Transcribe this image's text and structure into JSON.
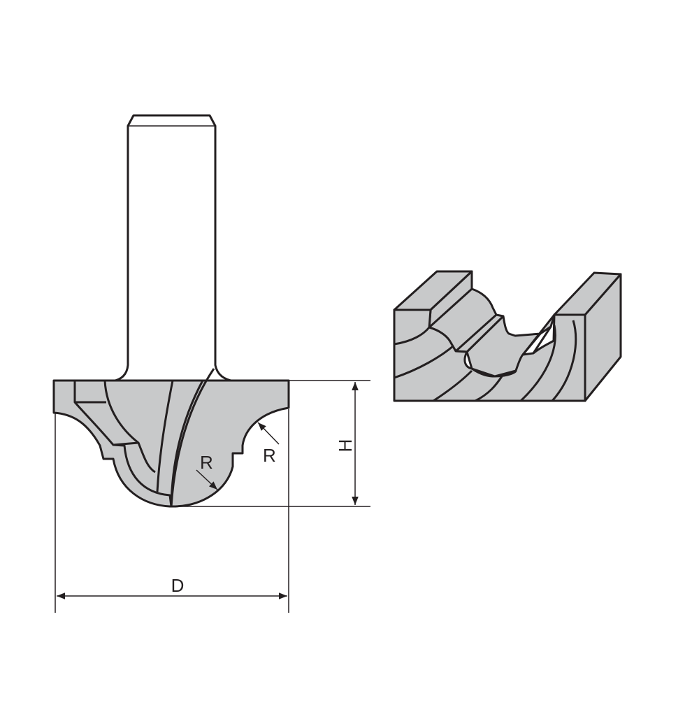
{
  "labels": {
    "diameter": "D",
    "height": "H",
    "radius_inner": "R",
    "radius_outer": "R"
  },
  "colors": {
    "metal_fill": "#c8c9ca",
    "outline": "#231f20",
    "shank_dark": "#3a3536",
    "shank_light": "#f2f2f2"
  }
}
